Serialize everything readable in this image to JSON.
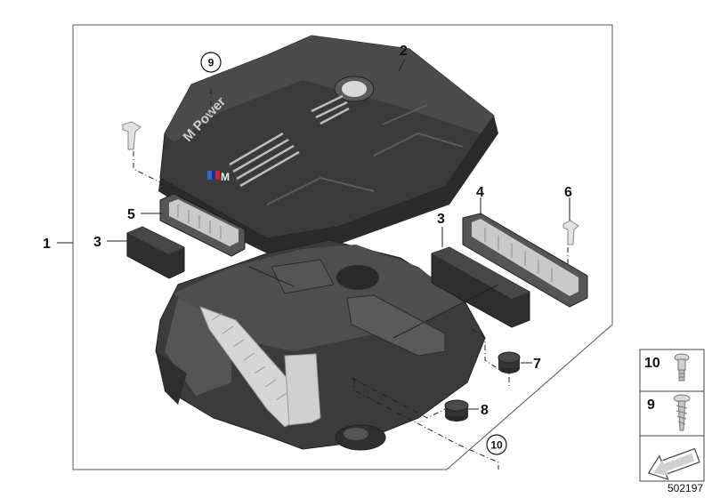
{
  "callouts": {
    "c1": "1",
    "c2": "2",
    "c3a": "3",
    "c3b": "3",
    "c4": "4",
    "c5": "5",
    "c6": "6",
    "c7": "7",
    "c8": "8",
    "c9": "9",
    "c10": "10"
  },
  "cover_text": {
    "brand": "M Power",
    "badge": "M"
  },
  "legend": {
    "item10": "10",
    "item9": "9"
  },
  "image_number": "502197",
  "colors": {
    "part_dark": "#3c3c3c",
    "part_mid": "#4f4f4f",
    "part_light": "#666666",
    "line": "#222222",
    "frame": "#555555"
  }
}
